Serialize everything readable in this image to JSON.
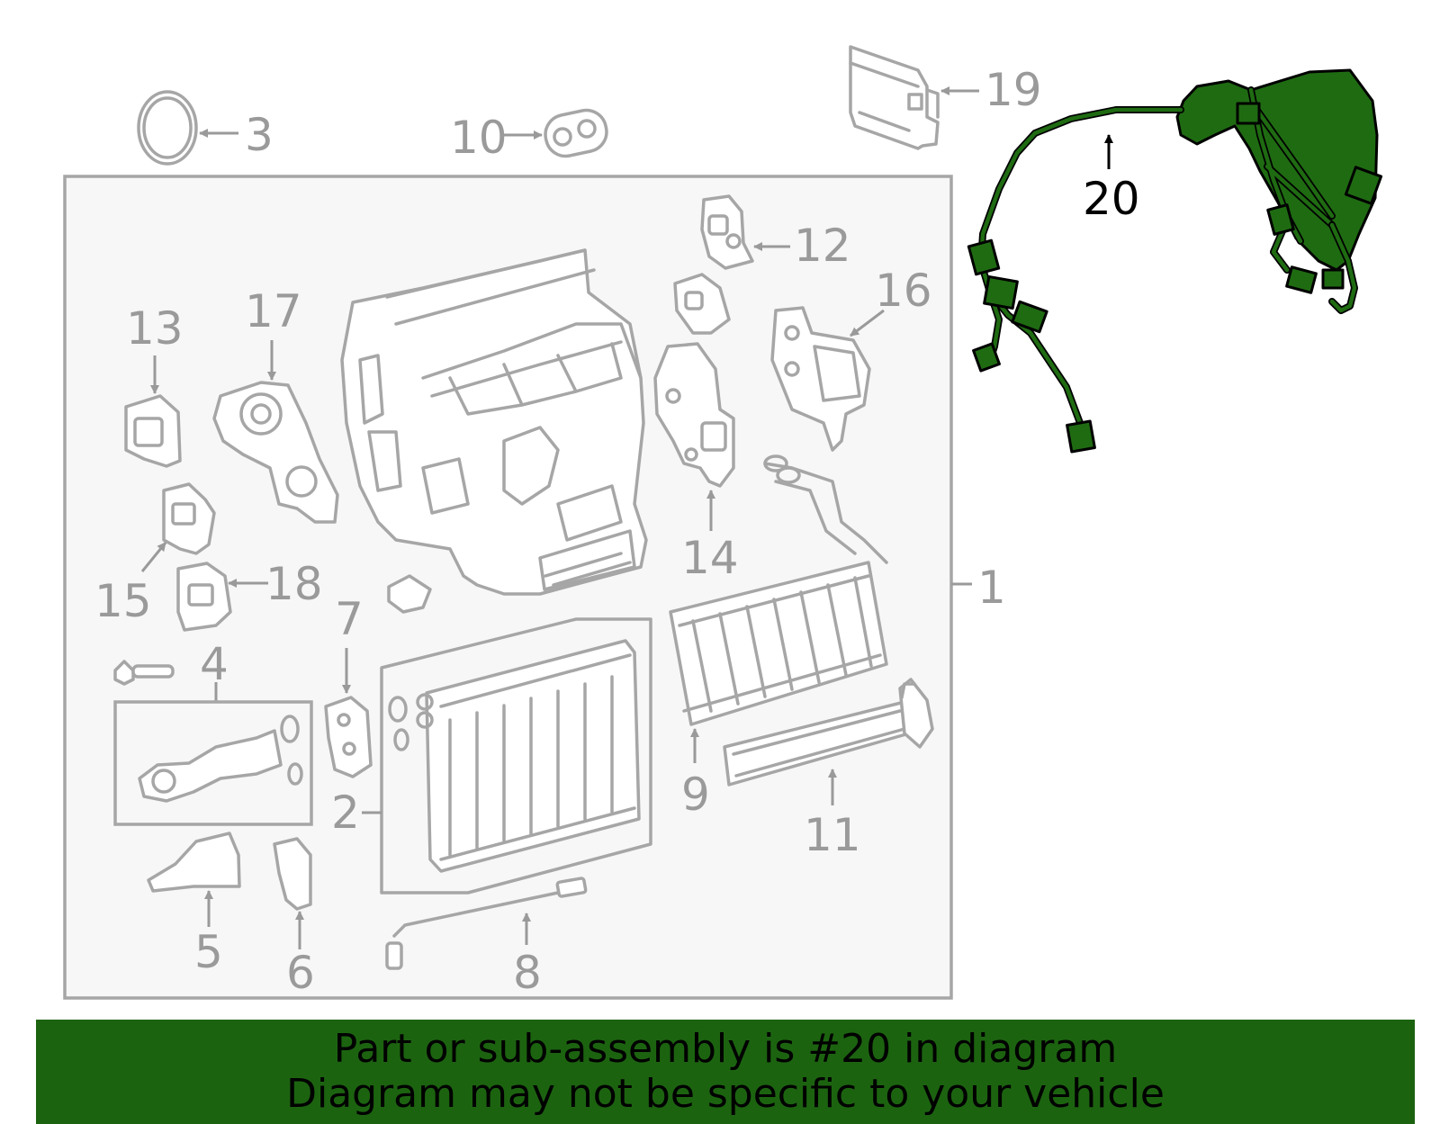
{
  "diagram": {
    "highlight_color": "#1c6310",
    "assembly_box_fill": "#f7f7f7",
    "callouts": {
      "c1": "1",
      "c2": "2",
      "c3": "3",
      "c4": "4",
      "c5": "5",
      "c6": "6",
      "c7": "7",
      "c8": "8",
      "c9": "9",
      "c10": "10",
      "c11": "11",
      "c12": "12",
      "c13": "13",
      "c14": "14",
      "c15": "15",
      "c16": "16",
      "c17": "17",
      "c18": "18",
      "c19": "19",
      "c20": "20"
    },
    "highlighted_part": "20"
  },
  "footer": {
    "line1": "Part or sub-assembly is #20 in diagram",
    "line2": "Diagram may not be specific to your vehicle"
  }
}
